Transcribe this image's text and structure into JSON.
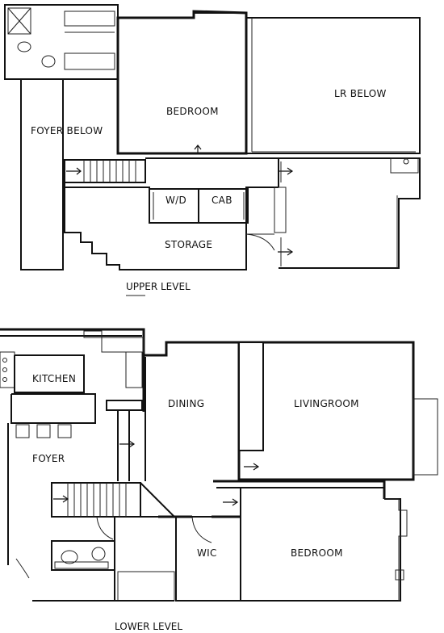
{
  "upper_level": {
    "title": "UPPER LEVEL",
    "rooms": {
      "bedroom": "BEDROOM",
      "lr_below": "LR BELOW",
      "foyer_below": "FOYER BELOW",
      "wd": "W/D",
      "cab": "CAB",
      "storage": "STORAGE"
    }
  },
  "lower_level": {
    "title": "LOWER LEVEL",
    "rooms": {
      "kitchen": "KITCHEN",
      "dining": "DINING",
      "livingroom": "LIVINGROOM",
      "foyer": "FOYER",
      "wic": "WIC",
      "bedroom": "BEDROOM"
    }
  }
}
